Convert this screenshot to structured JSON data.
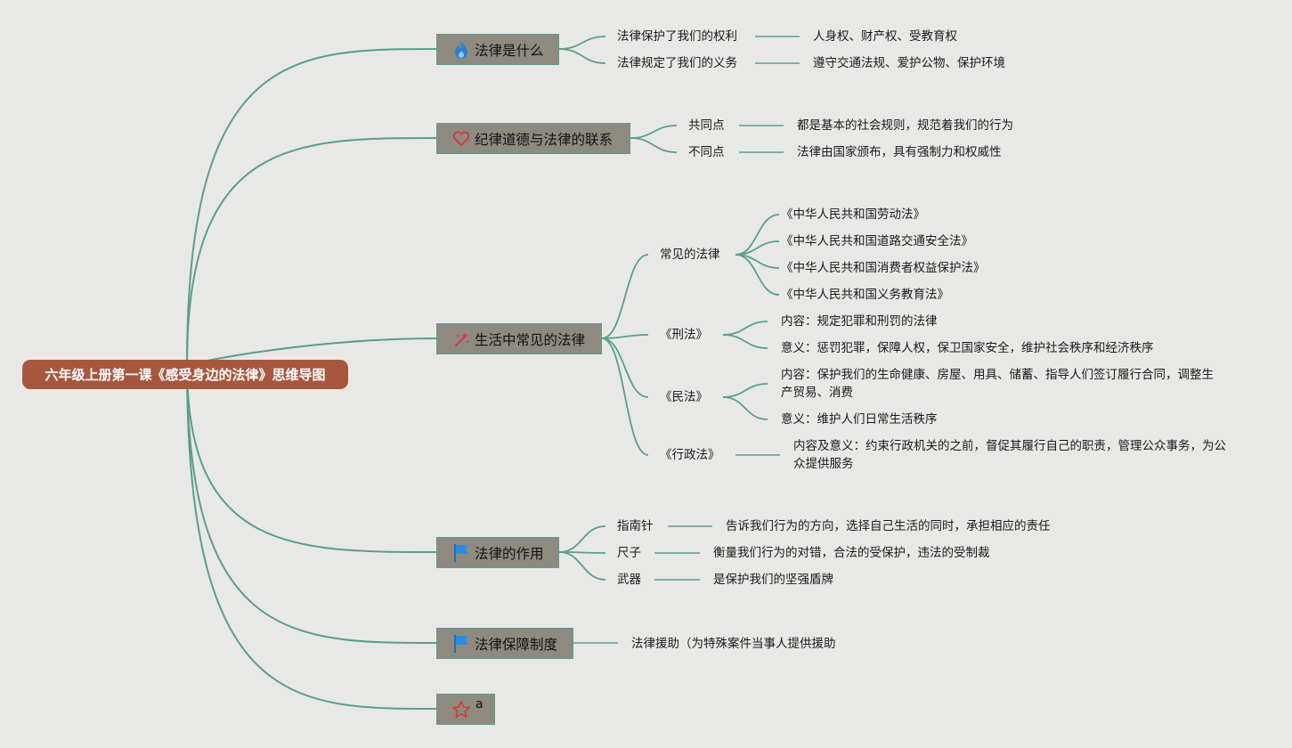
{
  "root": {
    "title": "六年级上册第一课《感受身边的法律》思维导图"
  },
  "colors": {
    "root_bg": "#a8573f",
    "topic_bg": "#8e8a80",
    "line": "#5a9e8c",
    "background": "#e8e9e6"
  },
  "topics": [
    {
      "label": "法律是什么",
      "icon": "fire-icon",
      "children": [
        {
          "label": "法律保护了我们的权利",
          "detail": "人身权、财产权、受教育权"
        },
        {
          "label": "法律规定了我们的义务",
          "detail": "遵守交通法规、爱护公物、保护环境"
        }
      ]
    },
    {
      "label": "纪律道德与法律的联系",
      "icon": "heart-icon",
      "children": [
        {
          "label": "共同点",
          "detail": "都是基本的社会规则，规范着我们的行为"
        },
        {
          "label": "不同点",
          "detail": "法律由国家颁布，具有强制力和权威性"
        }
      ]
    },
    {
      "label": "生活中常见的法律",
      "icon": "sparkle-icon",
      "children": [
        {
          "label": "常见的法律",
          "items": [
            "《中华人民共和国劳动法》",
            "《中华人民共和国道路交通安全法》",
            "《中华人民共和国消费者权益保护法》",
            "《中华人民共和国义务教育法》"
          ]
        },
        {
          "label": "《刑法》",
          "items": [
            "内容：规定犯罪和刑罚的法律",
            "意义：惩罚犯罪，保障人权，保卫国家安全，维护社会秩序和经济秩序"
          ]
        },
        {
          "label": "《民法》",
          "items": [
            "内容：保护我们的生命健康、房屋、用具、储蓄、指导人们签订履行合同，调整生产贸易、消费",
            "意义：维护人们日常生活秩序"
          ]
        },
        {
          "label": "《行政法》",
          "detail": "内容及意义：约束行政机关的之前，督促其履行自己的职责，管理公众事务，为公众提供服务"
        }
      ]
    },
    {
      "label": "法律的作用",
      "icon": "flag-icon",
      "children": [
        {
          "label": "指南针",
          "detail": "告诉我们行为的方向，选择自己生活的同时，承担相应的责任"
        },
        {
          "label": "尺子",
          "detail": "衡量我们行为的对错，合法的受保护，违法的受制裁"
        },
        {
          "label": "武器",
          "detail": "是保护我们的坚强盾牌"
        }
      ]
    },
    {
      "label": "法律保障制度",
      "icon": "flag-icon",
      "children": [
        {
          "label": "法律援助（为特殊案件当事人提供援助"
        }
      ]
    },
    {
      "label": "a",
      "icon": "star-icon",
      "children": []
    }
  ]
}
